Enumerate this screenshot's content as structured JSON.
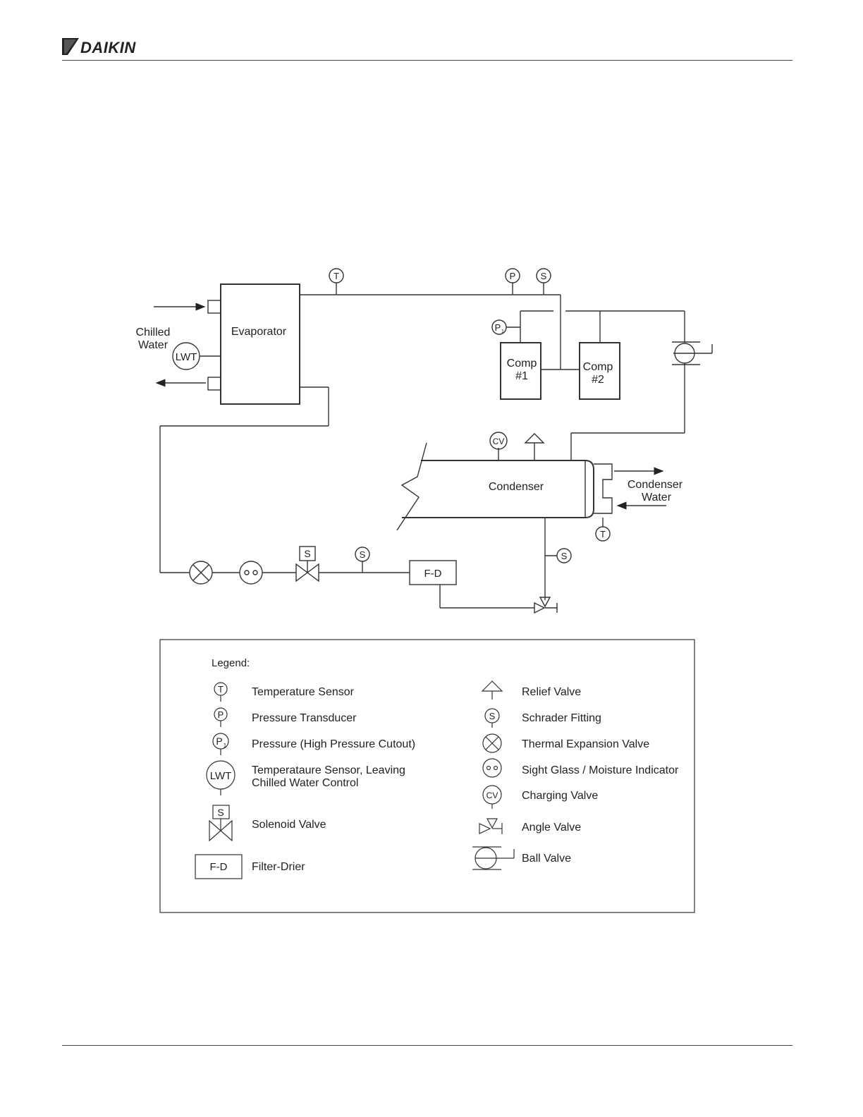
{
  "header": {
    "brand": "DAIKIN"
  },
  "diagram": {
    "evaporator": "Evaporator",
    "chilled_water": [
      "Chilled",
      "Water"
    ],
    "lwt": "LWT",
    "comp1": [
      "Comp",
      "#1"
    ],
    "comp2": [
      "Comp",
      "#2"
    ],
    "condenser": "Condenser",
    "condenser_water": [
      "Condenser",
      "Water"
    ],
    "filter_drier": "F-D",
    "sensor_t": "T",
    "sensor_p": "P",
    "sensor_s": "S",
    "sensor_p1": "P",
    "sensor_p1_sub": "1",
    "charging_valve": "CV",
    "solenoid_s": "S"
  },
  "legend": {
    "title": "Legend:",
    "left": [
      {
        "label": "Temperature Sensor"
      },
      {
        "label": "Pressure Transducer"
      },
      {
        "label": "Pressure (High Pressure Cutout)"
      },
      {
        "label": [
          "Temperataure Sensor, Leaving",
          "Chilled Water Control"
        ]
      },
      {
        "label": "Solenoid Valve"
      },
      {
        "label": "Filter-Drier"
      }
    ],
    "right": [
      {
        "label": "Relief Valve"
      },
      {
        "label": "Schrader Fitting"
      },
      {
        "label": "Thermal Expansion Valve"
      },
      {
        "label": "Sight Glass / Moisture Indicator"
      },
      {
        "label": "Charging Valve"
      },
      {
        "label": "Angle Valve"
      },
      {
        "label": "Ball Valve"
      }
    ]
  }
}
